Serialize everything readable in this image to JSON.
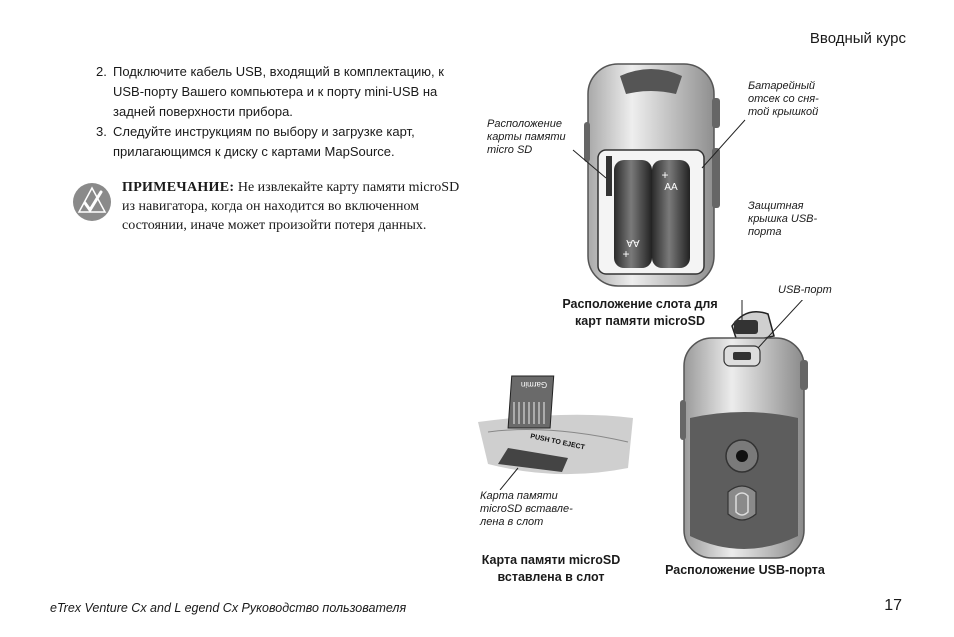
{
  "header": {
    "section_title": "Вводный курс"
  },
  "steps": [
    {
      "number": "2.",
      "text": "Подключите кабель USB, входящий в комплектацию, к USB-порту Вашего компьютера и к порту mini-USB на задней поверхности прибора."
    },
    {
      "number": "3.",
      "text": "Следуйте инструкциям по выбору и загрузке карт, прилагающимся к диску с картами MapSource."
    }
  ],
  "note": {
    "heading": "ПРИМЕЧАНИЕ:",
    "text": " Не извлекайте карту памяти microSD из навигатора, когда он находится во включенном состоянии, иначе может произойти потеря данных.",
    "icon": "note-checkmark-icon"
  },
  "figures": {
    "battery": {
      "callout_left": [
        "Расположение",
        "карты памяти",
        "micro SD"
      ],
      "callout_right": [
        "Батарейный",
        "отсек со сня-",
        "той крышкой"
      ],
      "battery_label": "AA",
      "caption": [
        "Расположение слота для",
        "карт памяти microSD"
      ]
    },
    "usb": {
      "callout_cover": [
        "Защитная",
        "крышка USB-",
        "порта"
      ],
      "callout_port": "USB-порт",
      "caption": "Расположение USB-порта"
    },
    "card": {
      "slot_text": "PUSH TO EJECT",
      "card_text": "Garmin",
      "callout": [
        "Карта памяти",
        "microSD вставле-",
        "лена в слот"
      ],
      "caption": [
        "Карта памяти microSD",
        "вставлена в слот"
      ]
    }
  },
  "footer": {
    "manual_title": "eTrex Venture Cx and L egend Cx Руководство пользователя",
    "page_number": "17"
  },
  "colors": {
    "text": "#1a1a1a",
    "device_light": "#d8d8d8",
    "device_dark": "#5a5a5a",
    "icon_gray": "#8a8a8a"
  }
}
